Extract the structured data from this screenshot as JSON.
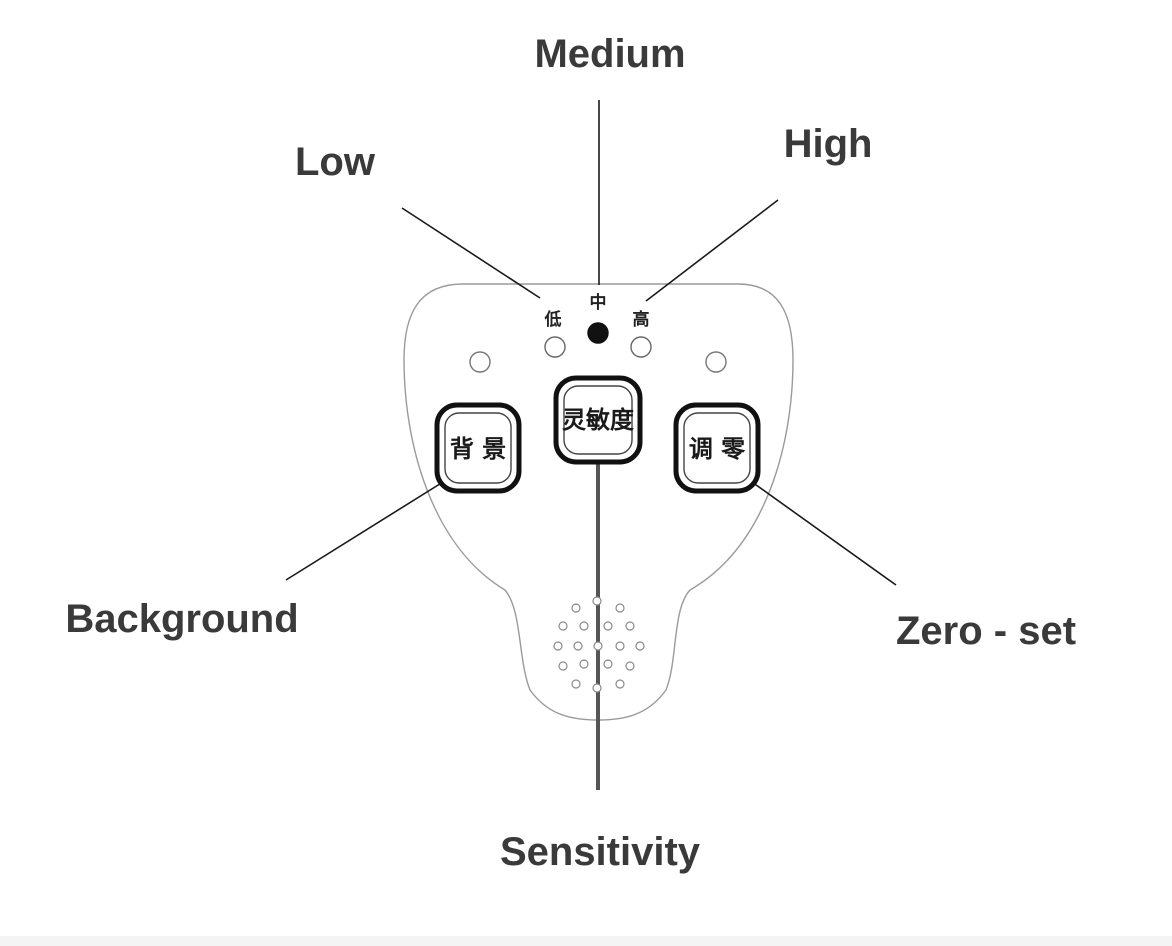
{
  "callouts": {
    "medium": "Medium",
    "low": "Low",
    "high": "High",
    "background": "Background",
    "zero_set": "Zero - set",
    "sensitivity": "Sensitivity"
  },
  "panel": {
    "indicator_low": "低",
    "indicator_medium": "中",
    "indicator_high": "高",
    "active_indicator": "medium"
  },
  "buttons": {
    "background": "背 景",
    "sensitivity": "灵敏度",
    "zero_set": "调 零"
  },
  "colors": {
    "line": "#1a1a1a",
    "label": "#3a3a3a",
    "device_outline": "#9a9a9a"
  }
}
